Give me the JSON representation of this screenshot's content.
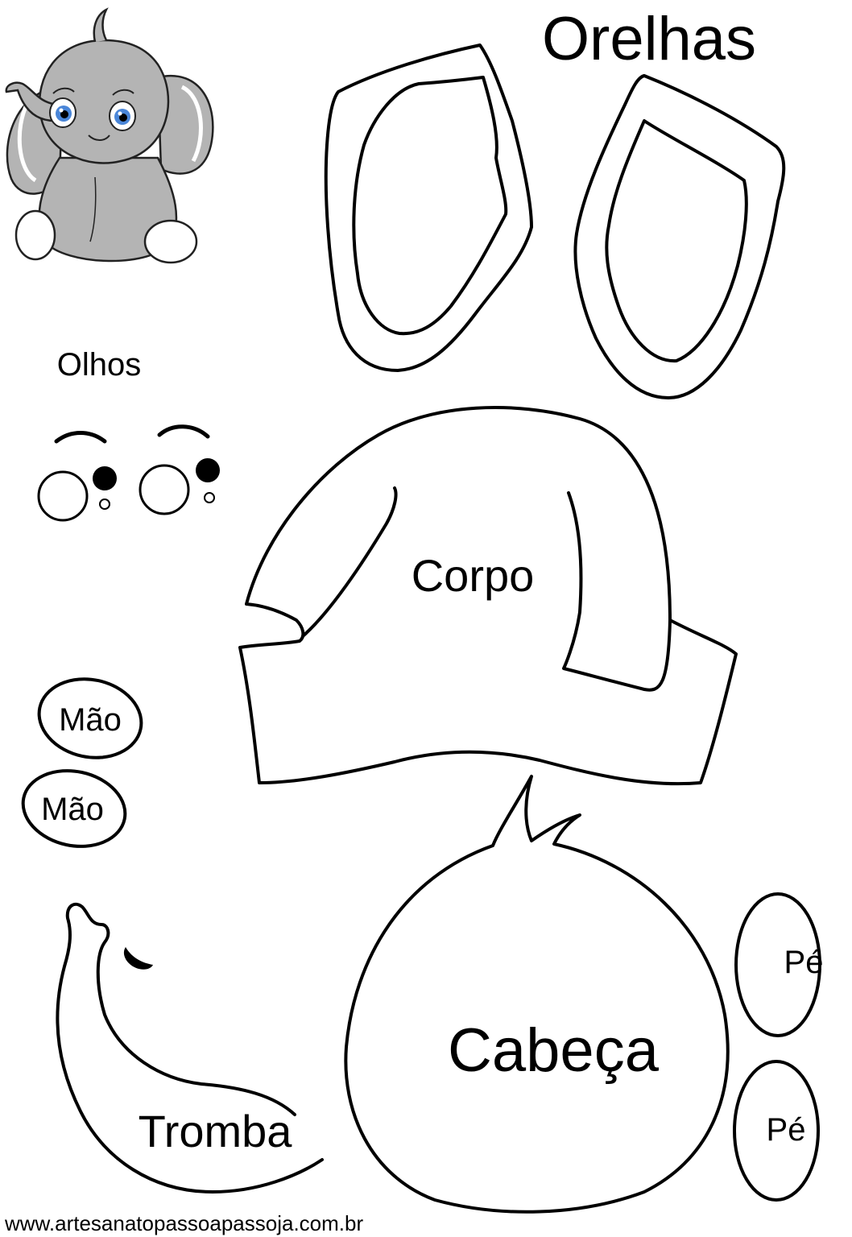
{
  "title": "Orelhas",
  "labels": {
    "olhos": "Olhos",
    "corpo": "Corpo",
    "mao_1": "Mão",
    "mao_2": "Mão",
    "cabeca": "Cabeça",
    "tromba": "Tromba",
    "pe_1": "Pé",
    "pe_2": "Pé"
  },
  "footer": {
    "url": "www.artesanatopassoapassoja.com.br"
  },
  "colors": {
    "elephant_body": "#b4b4b4",
    "eye_iris": "#4a86d8",
    "outline": "#000000"
  }
}
